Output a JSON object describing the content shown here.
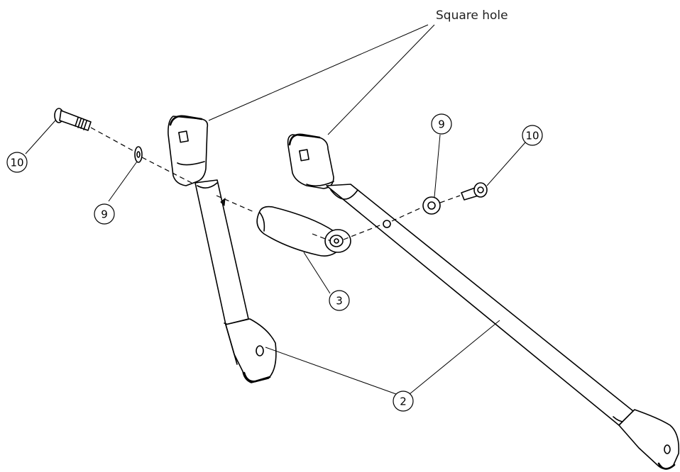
{
  "callout_text": "Square hole",
  "balloons": {
    "bolt_left": "10",
    "washer_left": "9",
    "washer_right": "9",
    "bolt_right": "10",
    "tube_part": "3",
    "frame_part": "2"
  },
  "colors": {
    "line": "#000000",
    "background": "#ffffff"
  }
}
